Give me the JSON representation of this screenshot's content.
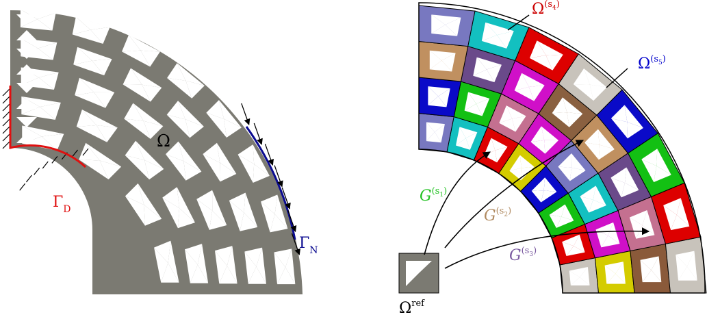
{
  "left_panel": {
    "domain_label": "Ω",
    "dirichlet_label": {
      "base": "Γ",
      "sub": "D"
    },
    "neumann_label": {
      "base": "Γ",
      "sub": "N"
    },
    "colors": {
      "structure": "#7b7a72",
      "dirichlet": "#e01010",
      "neumann": "#0a0a90",
      "hatch": "#000000"
    }
  },
  "right_panel": {
    "reference_label": {
      "base": "Ω",
      "sup": "ref"
    },
    "subdomain_labels": [
      {
        "base": "Ω",
        "sup": "(s",
        "sub": "4",
        "close": ")",
        "color": "#cc0000"
      },
      {
        "base": "Ω",
        "sup": "(s",
        "sub": "5",
        "close": ")",
        "color": "#0000cc"
      }
    ],
    "map_labels": [
      {
        "base": "G",
        "sup": "(s",
        "sub": "1",
        "close": ")",
        "color": "#22c122"
      },
      {
        "base": "G",
        "sup": "(s",
        "sub": "2",
        "close": ")",
        "color": "#b08a60"
      },
      {
        "base": "G",
        "sup": "(s",
        "sub": "3",
        "close": ")",
        "color": "#7a5aa0"
      }
    ],
    "ring_colors": [
      [
        "#c8c3bb",
        "#d4cc00",
        "#8a5a3a",
        "#c8c3bb"
      ],
      [
        "#dd0000",
        "#d010c8",
        "#c47090",
        "#dd0000"
      ],
      [
        "#13c013",
        "#13c0c0",
        "#6a4a8a",
        "#13c013"
      ],
      [
        "#0a0ac8",
        "#7878c0",
        "#c09060",
        "#0a0ac8"
      ],
      [
        "#d4cc00",
        "#d010c8",
        "#8a6040",
        "#c8c3bb",
        "#d4cc00"
      ],
      [
        "#dd0000",
        "#c47090",
        "#d010c8",
        "#dd0000",
        "#d010c8"
      ],
      [
        "#13c0c0",
        "#13c013",
        "#6a4a8a",
        "#13c0c0",
        "#c47090",
        "#13c0c0"
      ],
      [
        "#7878c0",
        "#0a0ac8",
        "#c09060",
        "#7878c0",
        "#c8c3bb",
        "#7878c0"
      ]
    ]
  }
}
